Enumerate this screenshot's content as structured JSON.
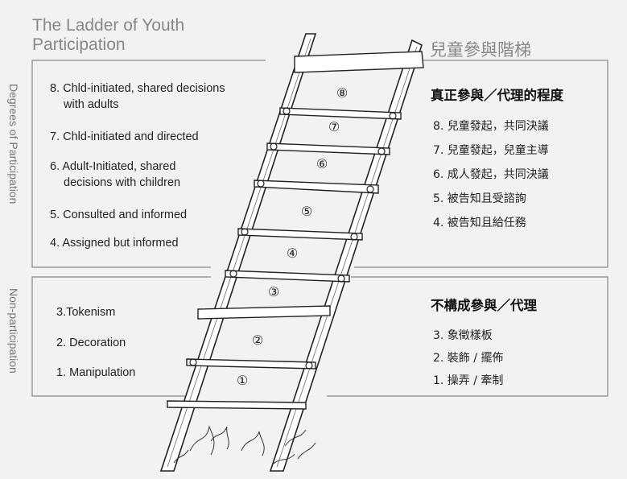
{
  "titles": {
    "english": "The Ladder of Youth Participation",
    "chinese": "兒童參與階梯"
  },
  "side_labels": {
    "participation": "Degrees of Participation",
    "non_participation": "Non-participation"
  },
  "participation_en": [
    {
      "line1": "8. Chld-initiated, shared decisions",
      "line2": "with adults"
    },
    {
      "line1": "7. Chld-initiated and directed",
      "line2": ""
    },
    {
      "line1": "6. Adult-Initiated, shared",
      "line2": "decisions with children"
    },
    {
      "line1": "5. Consulted and informed",
      "line2": ""
    },
    {
      "line1": "4. Assigned but informed",
      "line2": ""
    }
  ],
  "non_participation_en": [
    "3.Tokenism",
    "2. Decoration",
    "1. Manipulation"
  ],
  "participation_zh": {
    "heading": "真正參與／代理的程度",
    "items": [
      "8. 兒童發起，共同決議",
      "7. 兒童發起，兒童主導",
      "6. 成人發起，共同決議",
      "5. 被告知且受諮詢",
      "4. 被告知且給任務"
    ]
  },
  "non_participation_zh": {
    "heading": "不構成參與／代理",
    "items": [
      "3. 象徵樣板",
      "2. 裝飾 / 擺佈",
      "1. 操弄 / 牽制"
    ]
  },
  "rungs": [
    "⑧",
    "⑦",
    "⑥",
    "⑤",
    "④",
    "③",
    "②",
    "①"
  ],
  "colors": {
    "background": "#f2f2f2",
    "frame_line": "#888888",
    "title_gray": "#888888",
    "ladder_stroke": "#222222"
  }
}
